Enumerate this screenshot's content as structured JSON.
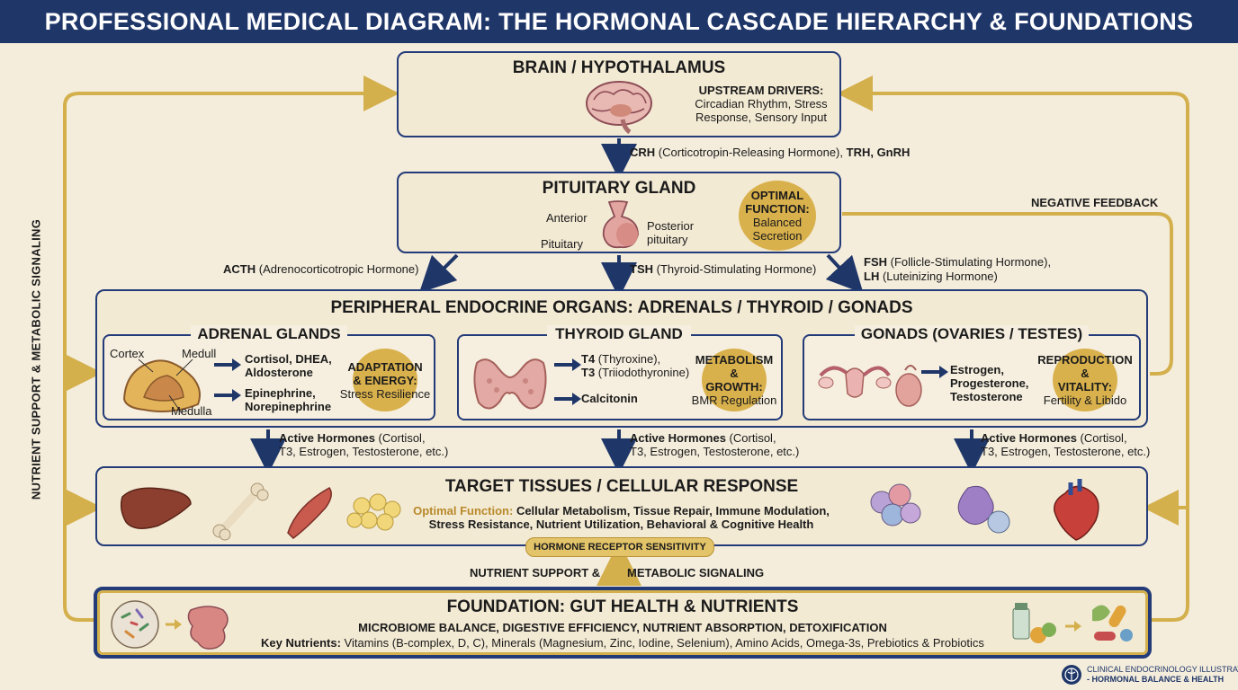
{
  "title": "PROFESSIONAL MEDICAL DIAGRAM: THE HORMONAL CASCADE HIERARCHY & FOUNDATIONS",
  "colors": {
    "navy": "#1f3669",
    "gold": "#d4b04d",
    "cream": "#f4eddc"
  },
  "brain": {
    "title": "BRAIN / HYPOTHALAMUS",
    "upstream_title": "UPSTREAM DRIVERS:",
    "upstream_line1": "Circadian Rhythm, Stress",
    "upstream_line2": "Response, Sensory Input",
    "icon": "brain-icon"
  },
  "arrow1": {
    "bold": "CRH",
    "text": "(Corticotropin-Releasing Hormone),",
    "tail": "TRH, GnRH"
  },
  "pituitary": {
    "title": "PITUITARY GLAND",
    "anterior": "Anterior",
    "pituitary": "Pituitary",
    "posterior1": "Posterior",
    "posterior2": "pituitary",
    "optimal_title1": "OPTIMAL",
    "optimal_title2": "FUNCTION:",
    "optimal_text1": "Balanced",
    "optimal_text2": "Secretion",
    "icon": "pituitary-icon"
  },
  "negative_feedback": "NEGATIVE FEEDBACK",
  "side_label": "NUTRIENT SUPPORT & METABOLIC SIGNALING",
  "arrows2": {
    "acth_bold": "ACTH",
    "acth_text": "(Adrenocorticotropic Hormone)",
    "tsh_bold": "TSH",
    "tsh_text": "(Thyroid-Stimulating Hormone)",
    "fsh_bold": "FSH",
    "fsh_text": "(Follicle-Stimulating Hormone),",
    "lh_bold": "LH",
    "lh_text": "(Luteinizing Hormone)"
  },
  "peripheral": {
    "title": "PERIPHERAL ENDOCRINE ORGANS: ADRENALS / THYROID / GONADS",
    "adrenal": {
      "title": "ADRENAL GLANDS",
      "cortex": "Cortex",
      "medull": "Medull",
      "medulla": "Medulla",
      "out1a": "Cortisol, DHEA,",
      "out1b": "Aldosterone",
      "out2a": "Epinephrine,",
      "out2b": "Norepinephrine",
      "circle1": "ADAPTATION",
      "circle2": "& ENERGY:",
      "circle3": "Stress Resilience",
      "icon": "adrenal-gland-icon"
    },
    "thyroid": {
      "title": "THYROID GLAND",
      "t4_bold": "T4",
      "t4_text": "(Thyroxine),",
      "t3_bold": "T3",
      "t3_text": "(Triiodothyronine)",
      "calcitonin": "Calcitonin",
      "circle1": "METABOLISM",
      "circle2": "& GROWTH:",
      "circle3": "BMR Regulation",
      "icon": "thyroid-icon"
    },
    "gonads": {
      "title": "GONADS (OVARIES / TESTES)",
      "out1": "Estrogen,",
      "out2": "Progesterone,",
      "out3": "Testosterone",
      "circle1": "REPRODUCTION",
      "circle2": "& VITALITY:",
      "circle3": "Fertility & Libido",
      "icon": "ovaries-testes-icon"
    }
  },
  "active": {
    "bold": "Active Hormones",
    "text1": "(Cortisol,",
    "text2": "T3, Estrogen, Testosterone, etc.)"
  },
  "target": {
    "title": "TARGET TISSUES / CELLULAR RESPONSE",
    "optimal_label": "Optimal Function:",
    "line1": "Cellular Metabolism, Tissue Repair, Immune Modulation,",
    "line2": "Stress Resistance, Nutrient Utilization, Behavioral & Cognitive Health",
    "receptor": "HORMONE RECEPTOR SENSITIVITY"
  },
  "nutrient_support": {
    "left": "NUTRIENT SUPPORT &",
    "right": "METABOLIC SIGNALING"
  },
  "foundation": {
    "title": "FOUNDATION: GUT HEALTH & NUTRIENTS",
    "line1": "MICROBIOME BALANCE, DIGESTIVE EFFICIENCY, NUTRIENT ABSORPTION, DETOXIFICATION",
    "key_label": "Key Nutrients:",
    "key_text": "Vitamins (B-complex, D, C), Minerals (Magnesium, Zinc, Iodine, Selenium), Amino Acids, Omega-3s, Prebiotics & Probiotics"
  },
  "footer": {
    "line1": "CLINICAL ENDOCRINOLOGY ILLUSTRATION",
    "line2": "- HORMONAL BALANCE & HEALTH"
  }
}
